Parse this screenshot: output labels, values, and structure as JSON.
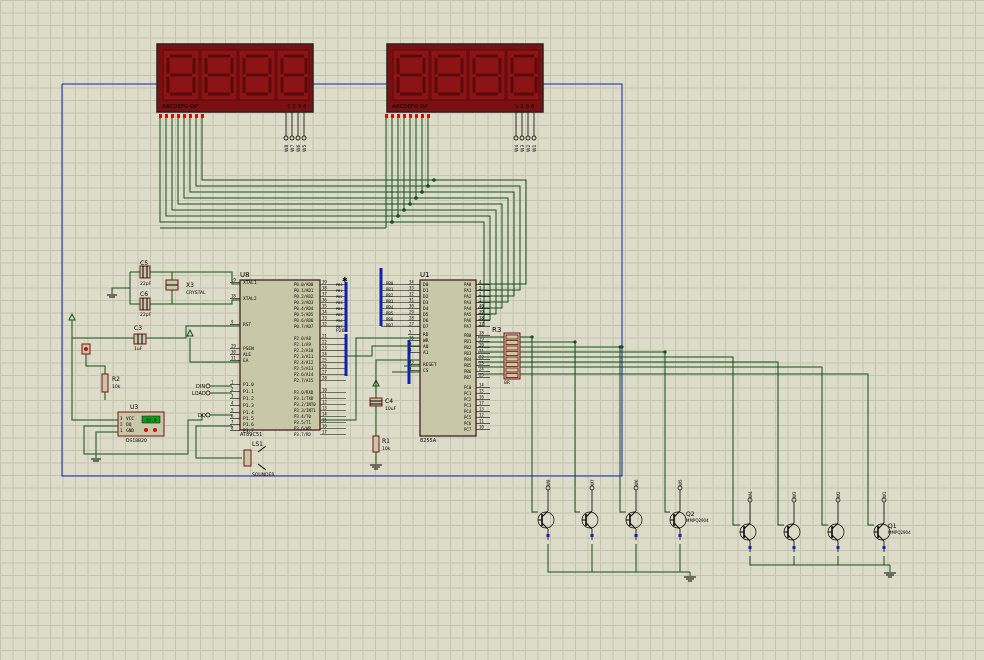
{
  "display_left": {
    "segment_pins": "ABCDEFG  DP",
    "digit_pins": "1 2 3 4",
    "digit_nets": [
      "W8",
      "W7",
      "W6",
      "W5"
    ]
  },
  "display_right": {
    "segment_pins": "ABCDEFG  DP",
    "digit_pins": "1 2 3 4",
    "digit_nets": [
      "W4",
      "W3",
      "W2",
      "W1"
    ]
  },
  "u8": {
    "ref": "U8",
    "part": "AT89C51",
    "left_pins": [
      {
        "num": "19",
        "name": "XTAL1"
      },
      {
        "num": "18",
        "name": "XTAL2"
      },
      {
        "num": "9",
        "name": "RST"
      },
      {
        "num": "29",
        "name": "PSEN"
      },
      {
        "num": "30",
        "name": "ALE"
      },
      {
        "num": "31",
        "name": "EA"
      },
      {
        "num": "1",
        "name": "P1.0"
      },
      {
        "num": "2",
        "name": "P1.1"
      },
      {
        "num": "3",
        "name": "P1.2"
      },
      {
        "num": "4",
        "name": "P1.3"
      },
      {
        "num": "5",
        "name": "P1.4"
      },
      {
        "num": "6",
        "name": "P1.5"
      },
      {
        "num": "7",
        "name": "P1.6"
      },
      {
        "num": "8",
        "name": "P1.7"
      }
    ],
    "right_pins": [
      {
        "num": "39",
        "name": "P0.0/AD0"
      },
      {
        "num": "38",
        "name": "P0.1/AD1"
      },
      {
        "num": "37",
        "name": "P0.2/AD2"
      },
      {
        "num": "36",
        "name": "P0.3/AD3"
      },
      {
        "num": "35",
        "name": "P0.4/AD4"
      },
      {
        "num": "34",
        "name": "P0.5/AD5"
      },
      {
        "num": "33",
        "name": "P0.6/AD6"
      },
      {
        "num": "32",
        "name": "P0.7/AD7"
      },
      {
        "num": "21",
        "name": "P2.0/A8"
      },
      {
        "num": "22",
        "name": "P2.1/A9"
      },
      {
        "num": "23",
        "name": "P2.2/A10"
      },
      {
        "num": "24",
        "name": "P2.3/A11"
      },
      {
        "num": "25",
        "name": "P2.4/A12"
      },
      {
        "num": "26",
        "name": "P2.5/A13"
      },
      {
        "num": "27",
        "name": "P2.6/A14"
      },
      {
        "num": "28",
        "name": "P2.7/A15"
      },
      {
        "num": "10",
        "name": "P3.0/RXD"
      },
      {
        "num": "11",
        "name": "P3.1/TXD"
      },
      {
        "num": "12",
        "name": "P3.2/INT0"
      },
      {
        "num": "13",
        "name": "P3.3/INT1"
      },
      {
        "num": "14",
        "name": "P3.4/T0"
      },
      {
        "num": "15",
        "name": "P3.5/T1"
      },
      {
        "num": "16",
        "name": "P3.6/WR"
      },
      {
        "num": "17",
        "name": "P3.7/RD"
      }
    ],
    "p0_nets": [
      "PB0",
      "PB1",
      "PB2",
      "PB3",
      "PB4",
      "PB5",
      "PB6",
      "PB7"
    ],
    "p2_label": "P26"
  },
  "u1": {
    "ref": "U1",
    "part": "8255A",
    "left_pins": [
      {
        "num": "34",
        "name": "D0"
      },
      {
        "num": "33",
        "name": "D1"
      },
      {
        "num": "32",
        "name": "D2"
      },
      {
        "num": "31",
        "name": "D3"
      },
      {
        "num": "30",
        "name": "D4"
      },
      {
        "num": "29",
        "name": "D5"
      },
      {
        "num": "28",
        "name": "D6"
      },
      {
        "num": "27",
        "name": "D7"
      },
      {
        "num": "5",
        "name": "RD"
      },
      {
        "num": "36",
        "name": "WR"
      },
      {
        "num": "9",
        "name": "A0"
      },
      {
        "num": "8",
        "name": "A1"
      },
      {
        "num": "35",
        "name": "RESET"
      },
      {
        "num": "6",
        "name": "CS"
      }
    ],
    "bus_nets": [
      "PB0",
      "PB1",
      "PB2",
      "PB3",
      "PB4",
      "PB5",
      "PB6",
      "PB7"
    ],
    "right_pins": [
      {
        "num": "4",
        "name": "PA0"
      },
      {
        "num": "3",
        "name": "PA1"
      },
      {
        "num": "2",
        "name": "PA2"
      },
      {
        "num": "1",
        "name": "PA3"
      },
      {
        "num": "40",
        "name": "PA4"
      },
      {
        "num": "39",
        "name": "PA5"
      },
      {
        "num": "38",
        "name": "PA6"
      },
      {
        "num": "37",
        "name": "PA7"
      },
      {
        "num": "18",
        "name": "PB0"
      },
      {
        "num": "19",
        "name": "PB1"
      },
      {
        "num": "20",
        "name": "PB2"
      },
      {
        "num": "21",
        "name": "PB3"
      },
      {
        "num": "22",
        "name": "PB4"
      },
      {
        "num": "23",
        "name": "PB5"
      },
      {
        "num": "24",
        "name": "PB6"
      },
      {
        "num": "25",
        "name": "PB7"
      },
      {
        "num": "14",
        "name": "PC0"
      },
      {
        "num": "15",
        "name": "PC1"
      },
      {
        "num": "16",
        "name": "PC2"
      },
      {
        "num": "17",
        "name": "PC3"
      },
      {
        "num": "13",
        "name": "PC4"
      },
      {
        "num": "12",
        "name": "PC5"
      },
      {
        "num": "11",
        "name": "PC6"
      },
      {
        "num": "10",
        "name": "PC7"
      }
    ]
  },
  "r3": {
    "ref": "R3",
    "value": "8R",
    "pins": [
      "1K",
      "1K",
      "1K",
      "1K",
      "1K",
      "1K",
      "1K",
      "1K"
    ]
  },
  "c5": {
    "ref": "C5",
    "value": "22pF"
  },
  "c6": {
    "ref": "C6",
    "value": "22pF"
  },
  "x3": {
    "ref": "X3",
    "value": "CRYSTAL"
  },
  "c3": {
    "ref": "C3",
    "value": "1uF"
  },
  "r2": {
    "ref": "R2",
    "value": "10k"
  },
  "u3": {
    "ref": "U3",
    "part": "DS18B20",
    "pins": [
      "VCC",
      "DQ",
      "GND"
    ],
    "pin_nums": [
      "3",
      "2",
      "1"
    ],
    "readout": "-55.0"
  },
  "c4": {
    "ref": "C4",
    "value": "10uF"
  },
  "r1": {
    "ref": "R1",
    "value": "10k"
  },
  "ls1": {
    "ref": "LS1",
    "value": "SOUNDER"
  },
  "nets": {
    "din": "DIN",
    "load": "LOAD",
    "dq": "DQ"
  },
  "q_left": {
    "ref": "Q2",
    "part": "MMPQ2904",
    "nets": [
      "W8",
      "W7",
      "W6",
      "W5"
    ]
  },
  "q_right": {
    "ref": "Q1",
    "part": "MMPQ2904",
    "nets": [
      "W4",
      "W3",
      "W2",
      "W1"
    ]
  },
  "colors": {
    "wire": "#10501a",
    "border": "#1020b0",
    "body": "#c8c8a8",
    "display": "#7a1010"
  }
}
